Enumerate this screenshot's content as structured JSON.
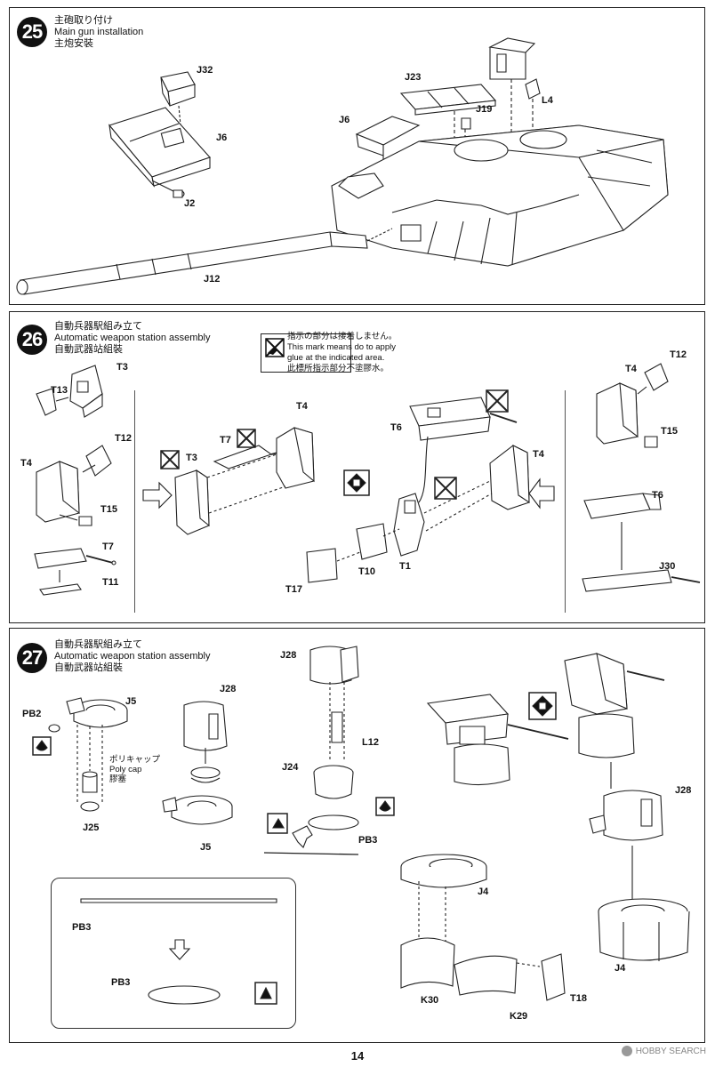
{
  "steps": [
    {
      "number": "25",
      "title_ja": "主砲取り付け",
      "title_en": "Main gun installation",
      "title_zh": "主炮安裝",
      "parts": {
        "j32": "J32",
        "j6a": "J6",
        "j2": "J2",
        "j23": "J23",
        "j6b": "J6",
        "j19": "J19",
        "l4": "L4",
        "j12": "J12"
      }
    },
    {
      "number": "26",
      "title_ja": "自動兵器駅組み立て",
      "title_en": "Automatic weapon station assembly",
      "title_zh": "自動武器站組裝",
      "glue_note": {
        "ja": "指示の部分は接着しません。",
        "en_line1": "This mark means do to apply",
        "en_line2": "glue at the indicated area.",
        "zh": "此標所指示部分不塗膠水。"
      },
      "parts": {
        "t13": "T13",
        "t3a": "T3",
        "t12a": "T12",
        "t4a": "T4",
        "t15a": "T15",
        "t7a": "T7",
        "t11": "T11",
        "t7b": "T7",
        "t3b": "T3",
        "t4b": "T4",
        "t6a": "T6",
        "t4c": "T4",
        "t1": "T1",
        "t10": "T10",
        "t17": "T17",
        "t4d": "T4",
        "t12b": "T12",
        "t15b": "T15",
        "t6b": "T6",
        "j30": "J30"
      }
    },
    {
      "number": "27",
      "title_ja": "自動兵器駅組み立て",
      "title_en": "Automatic weapon station assembly",
      "title_zh": "自動武器站組裝",
      "polycap_ja": "ポリキャップ",
      "polycap_en": "Poly cap",
      "polycap_zh": "膠塞",
      "parts": {
        "pb2": "PB2",
        "j5a": "J5",
        "j25": "J25",
        "j28a": "J28",
        "j5b": "J5",
        "j28b": "J28",
        "l12": "L12",
        "j24": "J24",
        "pb3a": "PB3",
        "pb3b": "PB3",
        "pb3c": "PB3",
        "j4a": "J4",
        "k30": "K30",
        "k29": "K29",
        "t18": "T18",
        "j28c": "J28",
        "j4b": "J4"
      }
    }
  ],
  "page_number": "14",
  "watermark": "HOBBY SEARCH"
}
